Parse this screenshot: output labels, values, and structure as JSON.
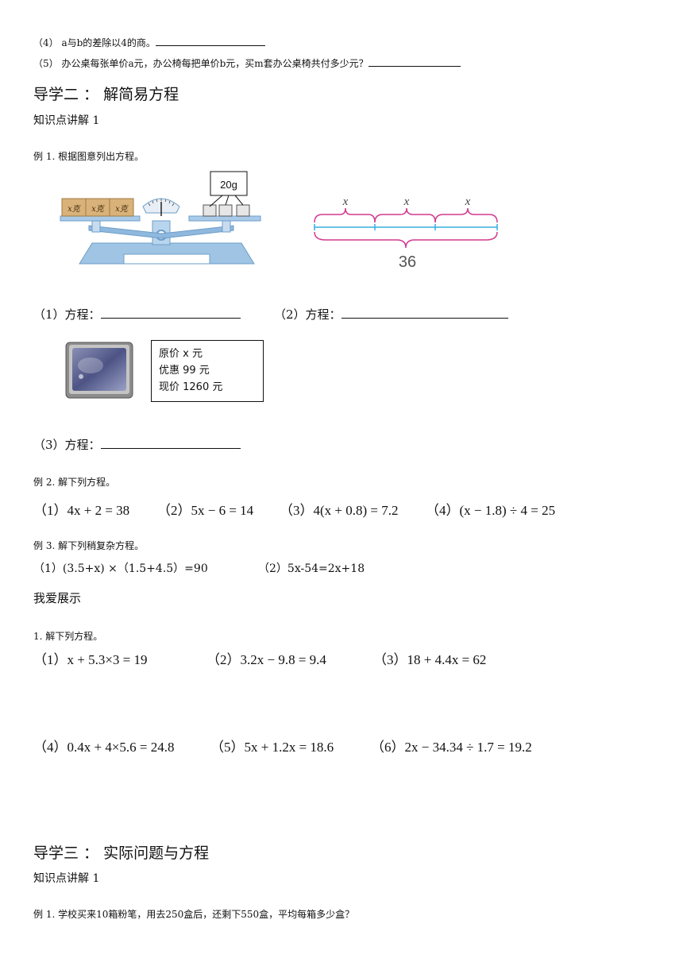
{
  "top": {
    "q4": "（4） a与b的差除以4的商。",
    "q5": "（5） 办公桌每张单价a元，办公椅每把单价b元，买m套办公桌椅共付多少元？"
  },
  "section2": {
    "title": "导学二 ：  解简易方程",
    "subtitle": "知识点讲解 1",
    "ex1_label": "例 1. 根据图意列出方程。",
    "balance": {
      "weight_label": "20g",
      "box_label": "x克"
    },
    "brace": {
      "var": "x",
      "total": "36"
    },
    "eq1_label": "（1）方程：",
    "eq2_label": "（2）方程：",
    "price_box": {
      "line1": "原价 x 元",
      "line2": "优惠 99 元",
      "line3": "现价 1260 元"
    },
    "eq3_label": "（3）方程：",
    "ex2_label": "例 2. 解下列方程。",
    "ex2": [
      {
        "num": "（1）",
        "expr": "4x + 2 = 38"
      },
      {
        "num": "（2）",
        "expr": "5x − 6 = 14"
      },
      {
        "num": "（3）",
        "expr": "4(x + 0.8) = 7.2"
      },
      {
        "num": "（4）",
        "expr": "(x − 1.8) ÷ 4 = 25"
      }
    ],
    "ex3_label": "例 3. 解下列稍复杂方程。",
    "ex3": [
      {
        "num": "（1）",
        "expr": "(3.5+x) ×（1.5+4.5）=90"
      },
      {
        "num": "（2）",
        "expr": "5x-54=2x+18"
      }
    ],
    "show_title": "我爱展示",
    "p1_label": "1. 解下列方程。",
    "p1": [
      {
        "num": "（1）",
        "expr": "x + 5.3×3 = 19"
      },
      {
        "num": "（2）",
        "expr": "3.2x − 9.8 = 9.4"
      },
      {
        "num": "（3）",
        "expr": "18 + 4.4x = 62"
      },
      {
        "num": "（4）",
        "expr": "0.4x + 4×5.6 = 24.8"
      },
      {
        "num": "（5）",
        "expr": "5x + 1.2x = 18.6"
      },
      {
        "num": "（6）",
        "expr": "2x − 34.34 ÷ 1.7 = 19.2"
      }
    ]
  },
  "section3": {
    "title": "导学三 ：  实际问题与方程",
    "subtitle": "知识点讲解 1",
    "ex1_label": "例 1. 学校买来10箱粉笔，用去250盒后，还剩下550盒，平均每箱多少盒？"
  }
}
